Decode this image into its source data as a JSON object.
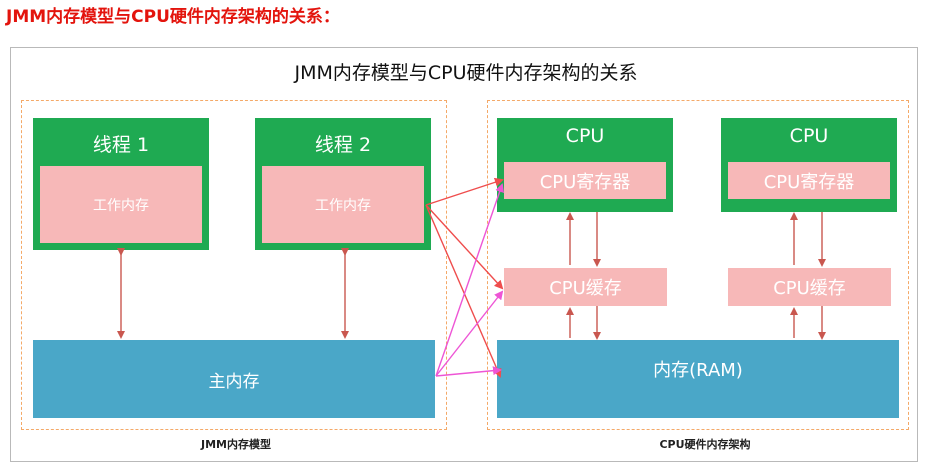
{
  "heading": "JMM内存模型与CPU硬件内存架构的关系：",
  "diagram": {
    "title": "JMM内存模型与CPU硬件内存架构的关系",
    "jmm": {
      "label": "JMM内存模型",
      "threads": [
        {
          "name": "线程 1",
          "work_memory": "工作内存"
        },
        {
          "name": "线程 2",
          "work_memory": "工作内存"
        }
      ],
      "main_memory": "主内存"
    },
    "cpu_arch": {
      "label": "CPU硬件内存架构",
      "cpus": [
        {
          "name": "CPU",
          "register": "CPU寄存器",
          "cache": "CPU缓存"
        },
        {
          "name": "CPU",
          "register": "CPU寄存器",
          "cache": "CPU缓存"
        }
      ],
      "ram": "内存(RAM)"
    },
    "colors": {
      "heading": "#e3140d",
      "green": "#1faa52",
      "pink": "#f7b8b8",
      "blue": "#4aa7c8",
      "arrow_dark": "#c9574f",
      "arrow_red": "#ef4d4d",
      "arrow_magenta": "#ee55d5",
      "dashed_border": "#f4a968"
    }
  }
}
